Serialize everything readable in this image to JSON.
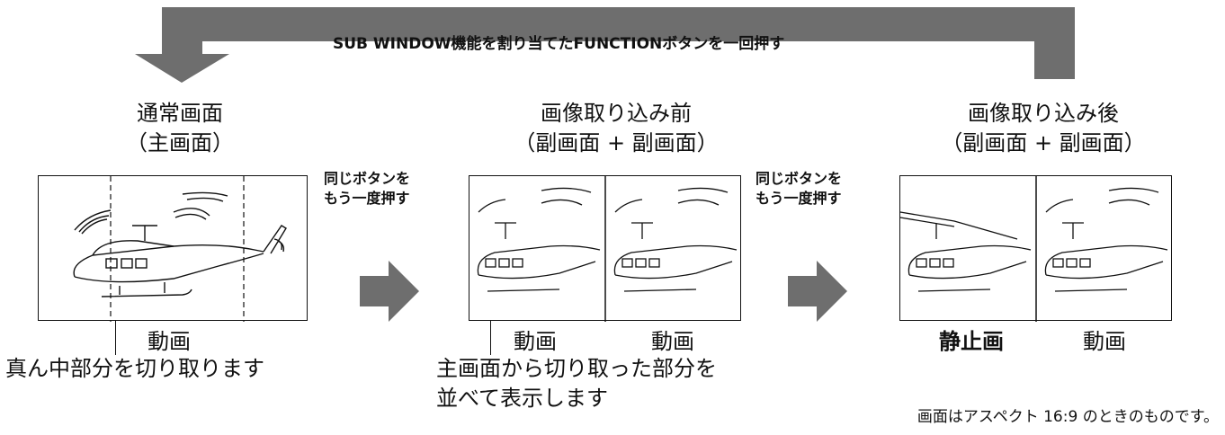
{
  "top_instruction": "SUB WINDOW機能を割り当てたFUNCTIONボタンを一回押す",
  "screens": [
    {
      "title_line1": "通常画面",
      "title_line2": "（主画面）",
      "below_label": "動画"
    },
    {
      "title_line1": "画像取り込み前",
      "title_line2": "（副画面 + 副画面）",
      "left_label": "動画",
      "right_label": "動画"
    },
    {
      "title_line1": "画像取り込み後",
      "title_line2": "（副画面 + 副画面）",
      "left_label": "静止画",
      "right_label": "動画"
    }
  ],
  "step_notes": [
    {
      "line1": "同じボタンを",
      "line2": "もう一度押す"
    },
    {
      "line1": "同じボタンを",
      "line2": "もう一度押す"
    }
  ],
  "callout_crop": "真ん中部分を切り取ります",
  "callout_side_by_side_line1": "主画面から切り取った部分を",
  "callout_side_by_side_line2": "並べて表示します",
  "footnote": "画面はアスペクト 16:9 のときのものです。",
  "colors": {
    "arrow": "#6e6e6e",
    "line": "#111111"
  }
}
